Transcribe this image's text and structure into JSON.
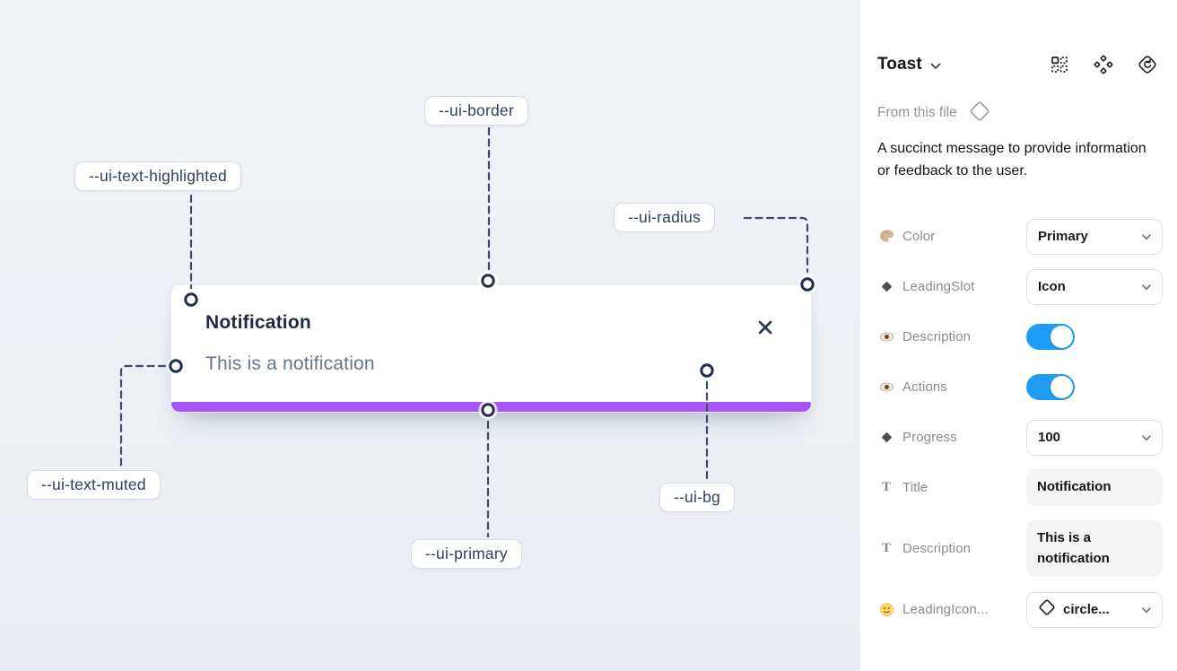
{
  "canvas": {
    "toast": {
      "title": "Notification",
      "description": "This is a notification",
      "close_icon": "x",
      "progress_color": "#a855f7"
    },
    "annotations": [
      {
        "id": "ui-border",
        "label": "--ui-border"
      },
      {
        "id": "ui-text-highlighted",
        "label": "--ui-text-highlighted"
      },
      {
        "id": "ui-radius",
        "label": "--ui-radius"
      },
      {
        "id": "ui-text-muted",
        "label": "--ui-text-muted"
      },
      {
        "id": "ui-primary",
        "label": "--ui-primary"
      },
      {
        "id": "ui-bg",
        "label": "--ui-bg"
      }
    ],
    "colors": {
      "background": "#edf0f5",
      "dash_line": "#3d4b66",
      "pill_text": "#31405c"
    }
  },
  "panel": {
    "header": {
      "title": "Toast",
      "icons": [
        "variant-grid",
        "component-diamonds",
        "swap-instance"
      ]
    },
    "source": {
      "label": "From this file",
      "icon": "diamond-outline"
    },
    "description": "A succinct message to provide information or feedback to the user.",
    "properties": [
      {
        "icon": "palette",
        "label": "Color",
        "control": "dropdown",
        "value": "Primary"
      },
      {
        "icon": "diamond",
        "label": "LeadingSlot",
        "control": "dropdown",
        "value": "Icon"
      },
      {
        "icon": "eye",
        "label": "Description",
        "control": "toggle",
        "value": "on"
      },
      {
        "icon": "eye",
        "label": "Actions",
        "control": "toggle",
        "value": "on"
      },
      {
        "icon": "diamond",
        "label": "Progress",
        "control": "dropdown",
        "value": "100"
      },
      {
        "icon": "text",
        "label": "Title",
        "control": "textfield",
        "value": "Notification"
      },
      {
        "icon": "text",
        "label": "Description",
        "control": "textfield",
        "value": "This is a notification"
      },
      {
        "icon": "smiley",
        "label": "LeadingIcon...",
        "control": "dropdown-icon",
        "value": "circle..."
      }
    ],
    "glyphs": {
      "text_icon": "T"
    },
    "colors": {
      "toggle_on": "#1f9cf3"
    }
  }
}
